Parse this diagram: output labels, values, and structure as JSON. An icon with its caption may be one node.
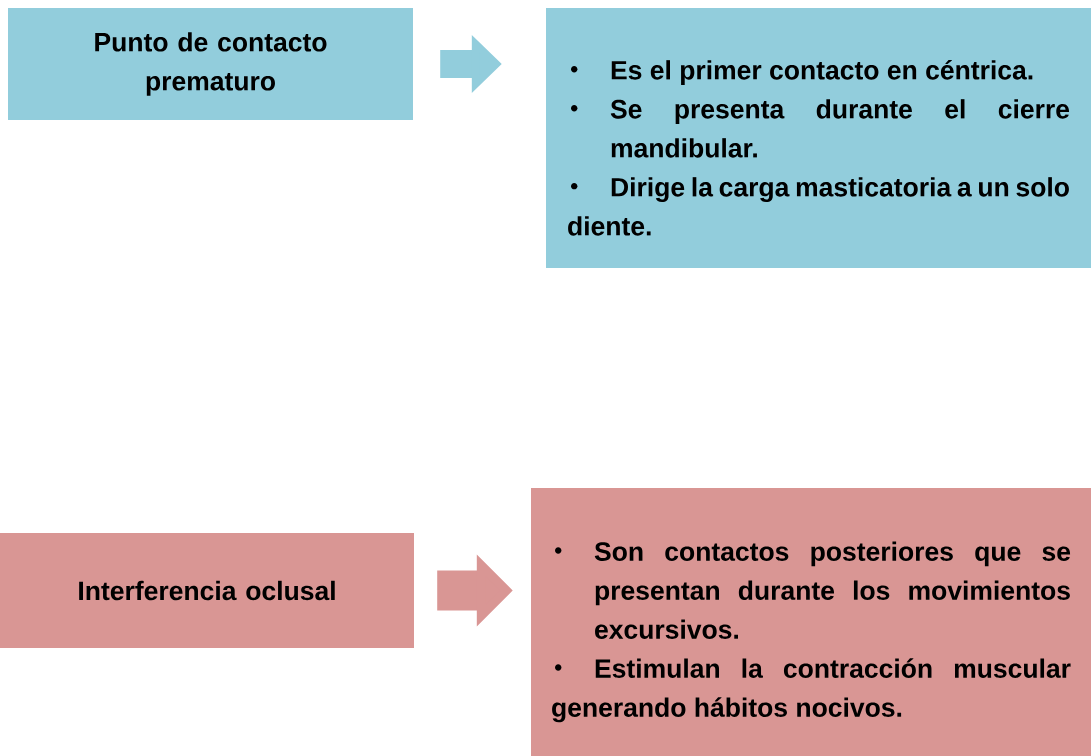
{
  "diagram": {
    "nodes": [
      {
        "text": [
          "Punto de contacto prematuro"
        ]
      },
      {
        "text": [
          "Es el primer contacto en céntrica.",
          "Se presenta durante el cierre mandibular.",
          "Dirige la carga masticatoria a un solo diente."
        ]
      },
      {
        "text": [
          "Interferencia oclusal"
        ]
      },
      {
        "text": [
          "Son contactos posteriores que se presentan durante los movimientos excursivos.",
          "Estimulan la contracción muscular generando hábitos nocivos."
        ]
      }
    ],
    "edges": [
      {
        "from": 0,
        "to": 1,
        "arrow": "to",
        "color": "#92cddc"
      },
      {
        "from": 2,
        "to": 3,
        "arrow": "to",
        "color": "#d99694"
      }
    ]
  }
}
